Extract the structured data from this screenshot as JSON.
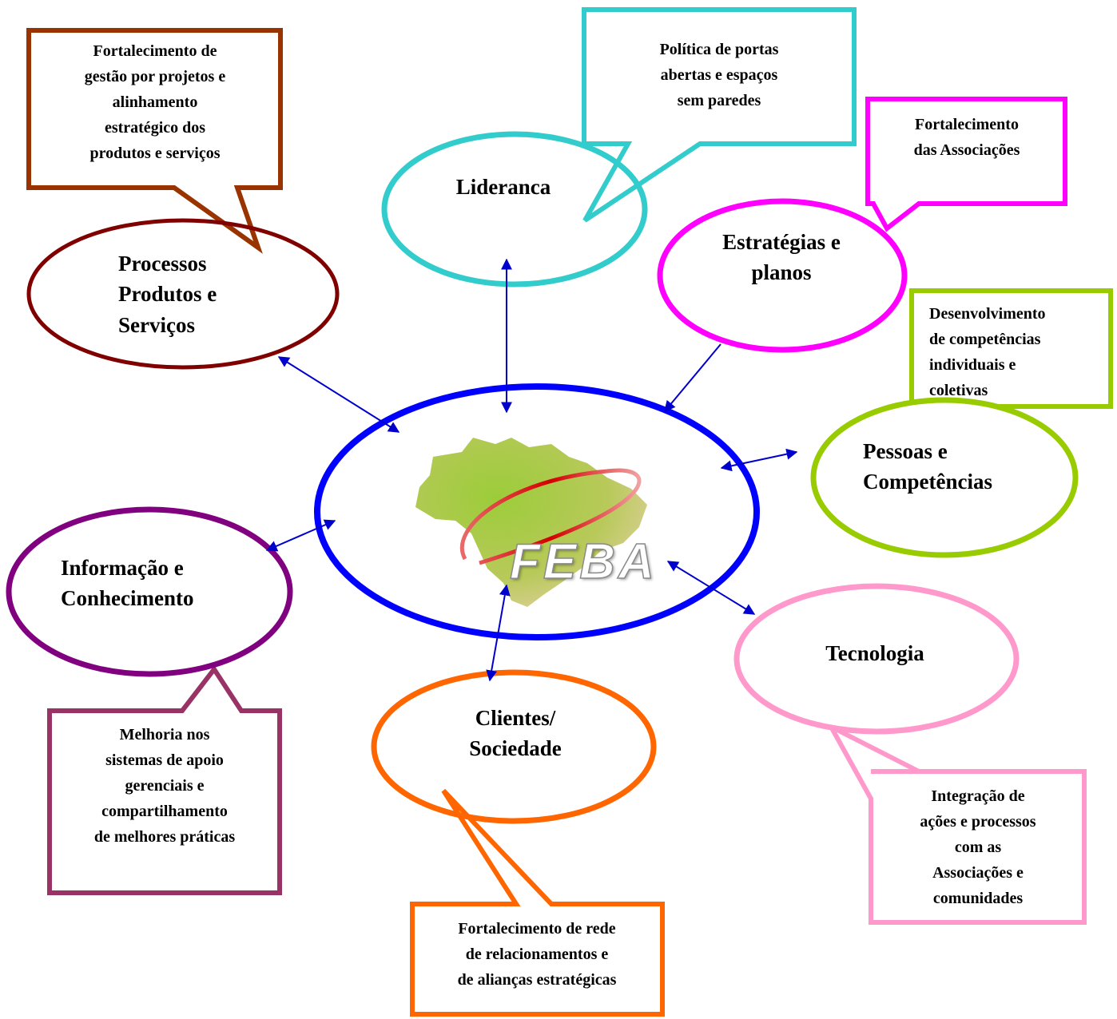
{
  "center": {
    "logo_text": "FEBA",
    "color": "#0000ff"
  },
  "nodes": [
    {
      "id": "lideranca",
      "label": "Lideranca",
      "color": "#33cccc"
    },
    {
      "id": "estrategias",
      "label": "Estratégias e\nplanos",
      "color": "#ff00ff"
    },
    {
      "id": "pessoas",
      "label": "Pessoas e\nCompetências",
      "color": "#99cc00"
    },
    {
      "id": "tecnologia",
      "label": "Tecnologia",
      "color": "#ff99cc"
    },
    {
      "id": "clientes",
      "label": "Clientes/\nSociedade",
      "color": "#ff6600"
    },
    {
      "id": "informacao",
      "label": "Informação e\nConhecimento",
      "color": "#800080"
    },
    {
      "id": "processos",
      "label": "Processos\nProdutos e\nServiços",
      "color": "#800000"
    }
  ],
  "callouts": [
    {
      "id": "callout-processos",
      "text": "Fortalecimento de\ngestão por projetos e\nalinhamento\nestratégico dos\nprodutos e serviços",
      "color": "#993300"
    },
    {
      "id": "callout-lideranca",
      "text": "Política de portas\nabertas e espaços\nsem paredes",
      "color": "#33cccc"
    },
    {
      "id": "callout-estrategias",
      "text": "Fortalecimento\ndas Associações",
      "color": "#ff00ff"
    },
    {
      "id": "callout-pessoas",
      "text": "Desenvolvimento\nde competências\nindividuais e\ncoletivas",
      "color": "#99cc00"
    },
    {
      "id": "callout-tecnologia",
      "text": "Integração de\nações e processos\ncom as\nAssociações e\ncomunidades",
      "color": "#ff99cc"
    },
    {
      "id": "callout-clientes",
      "text": "Fortalecimento de rede\nde relacionamentos e\nde alianças estratégicas",
      "color": "#ff6600"
    },
    {
      "id": "callout-informacao",
      "text": "Melhoria nos\nsistemas de apoio\ngerenciais e\ncompartilhamento\nde melhores práticas",
      "color": "#993366"
    }
  ],
  "arrow_color": "#0000cc"
}
